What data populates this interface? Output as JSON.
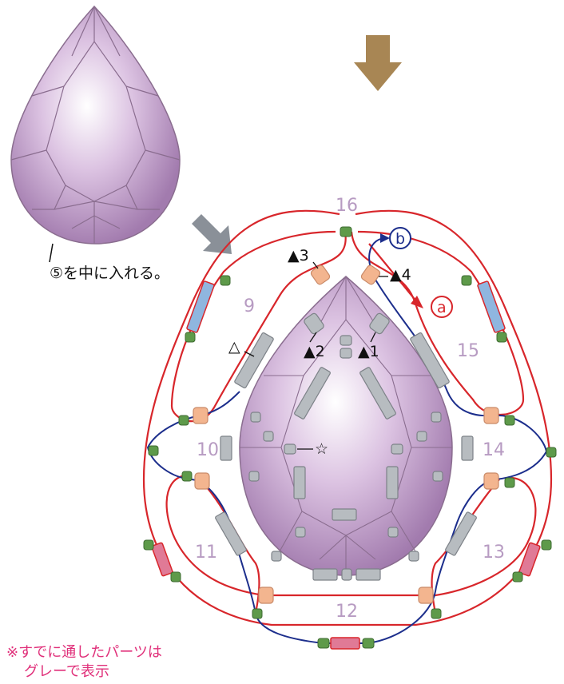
{
  "instruction": "⑤を中に入れる。",
  "note": {
    "line1": "※すでに通したパーツは",
    "line2": "グレーで表示"
  },
  "section_numbers": {
    "s9": "9",
    "s10": "10",
    "s11": "11",
    "s12": "12",
    "s13": "13",
    "s14": "14",
    "s15": "15",
    "s16": "16"
  },
  "markers": {
    "m1": "▲1",
    "m2": "▲2",
    "m3": "▲3",
    "m4": "▲4",
    "open_tri": "△",
    "star": "☆"
  },
  "thread_ends": {
    "a": "a",
    "b": "b"
  },
  "colors": {
    "red_thread": "#d8262b",
    "blue_thread": "#1c2e8c",
    "stone": "#c7a3cf",
    "gray_bead": "#b7bcc0",
    "peach_bead": "#f3b58f",
    "green_bead": "#5e9a4a",
    "blue_bugle": "#8fb6df",
    "pink_bugle": "#e07a96",
    "arrow_brown": "#a88654",
    "arrow_gray": "#8a9098",
    "section_number": "#b79bc2",
    "note_text": "#e0307a"
  },
  "icons": [
    "down-arrow-icon",
    "diagonal-arrow-icon"
  ]
}
